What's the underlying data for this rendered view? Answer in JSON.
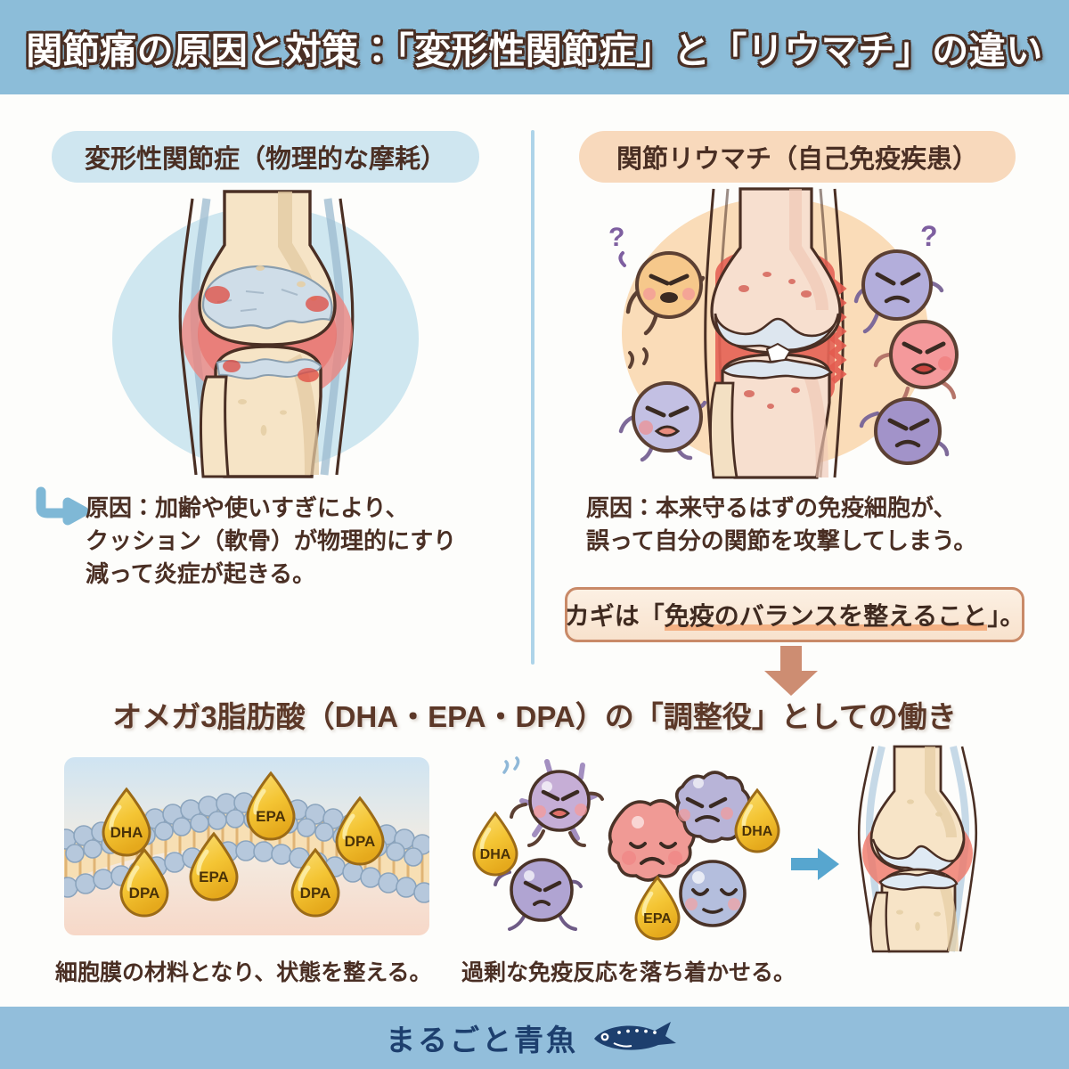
{
  "header": {
    "title": "関節痛の原因と対策：「変形性関節症」と「リウマチ」の違い",
    "background_color": "#8cbdd9",
    "text_color": "#ffffff",
    "outline_color": "#4a2f24"
  },
  "divider": {
    "color": "#aed4e9"
  },
  "columns": {
    "left": {
      "pill_label": "変形性関節症（物理的な摩耗）",
      "pill_color": "#cfe6f0",
      "illustration_name": "osteoarthritis-knee",
      "illustration_bg": "#cfe7f0",
      "arrow_icon": "arrow-turn-right-icon",
      "arrow_color": "#7fb8d6",
      "cause_text": "原因：加齢や使いすぎにより、\nクッション（軟骨）が物理的にすり\n減って炎症が起きる。"
    },
    "right": {
      "pill_label": "関節リウマチ（自己免疫疾患）",
      "pill_color": "#f8d9bc",
      "illustration_name": "rheumatoid-arthritis-knee",
      "illustration_bg": "#fadcb8",
      "cause_text": "原因：本来守るはずの免疫細胞が、\n誤って自分の関節を攻撃してしまう。",
      "key_box": {
        "prefix": "カギは「",
        "highlight": "免疫のバランスを整えること",
        "suffix": "」。",
        "border_color": "#c98a68",
        "background_color": "#f8e2cd",
        "highlight_color": "#f4b184"
      },
      "down_arrow_icon": "arrow-down-icon",
      "down_arrow_color": "#cd8d72"
    }
  },
  "section": {
    "title": "オメガ3脂肪酸（DHA・EPA・DPA）の「調整役」としての働き",
    "title_color": "#5c3828",
    "panels": [
      {
        "name": "cell-membrane-panel",
        "illustration": "phospholipid-bilayer-with-omega3-droplets",
        "droplets": [
          "DHA",
          "EPA",
          "DPA",
          "DPA",
          "EPA",
          "DPA"
        ],
        "droplet_color": "#f5c53c",
        "caption": "細胞膜の材料となり、状態を整える。"
      },
      {
        "name": "immune-cells-panel",
        "illustration": "angry-and-calm-immune-cells-with-omega3-droplets",
        "droplets": [
          "DHA",
          "DHA",
          "EPA"
        ],
        "cells": [
          "angry-spiky-purple",
          "angry-blue",
          "inflamed-red",
          "angry-violet",
          "calm-blue"
        ],
        "caption": "過剰な免疫反応を落ち着かせる。"
      },
      {
        "name": "healthy-knee-panel",
        "illustration": "healthy-knee-joint",
        "arrow_icon": "arrow-right-icon",
        "arrow_color": "#57a6cf",
        "caption": ""
      }
    ]
  },
  "footer": {
    "brand": "まるごと青魚",
    "logo_icon": "fish-icon",
    "background_color": "#92bedb",
    "text_color": "#1d3f6e"
  }
}
